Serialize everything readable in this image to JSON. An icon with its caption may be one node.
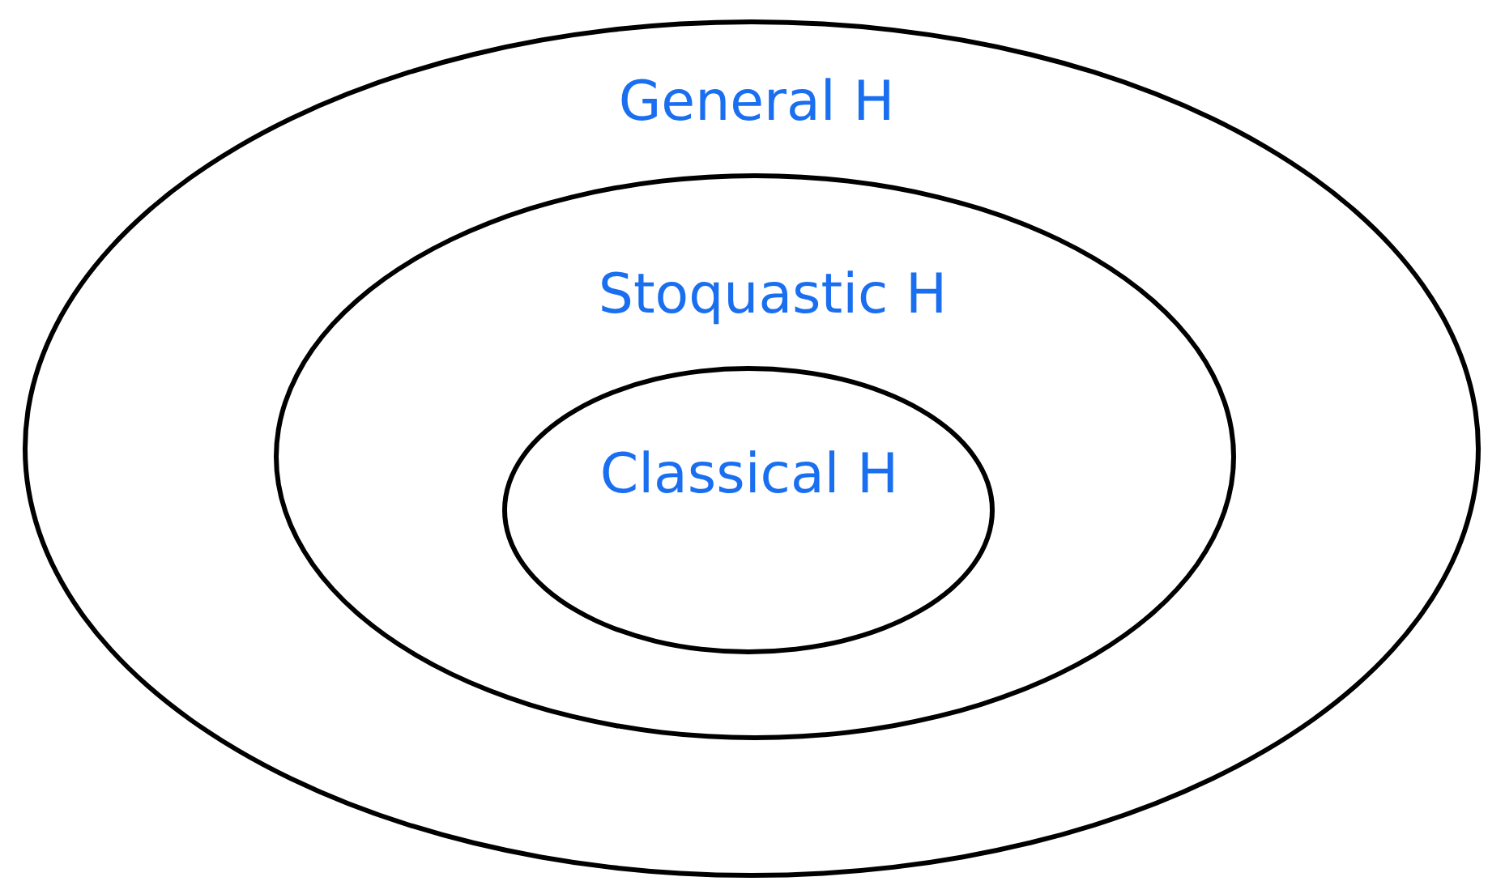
{
  "diagram": {
    "nodes": [
      {
        "text": [
          "General H"
        ]
      },
      {
        "text": [
          "Stoquastic H"
        ],
        "in": 0
      },
      {
        "text": [
          "Classical H"
        ],
        "in": 1
      }
    ]
  }
}
